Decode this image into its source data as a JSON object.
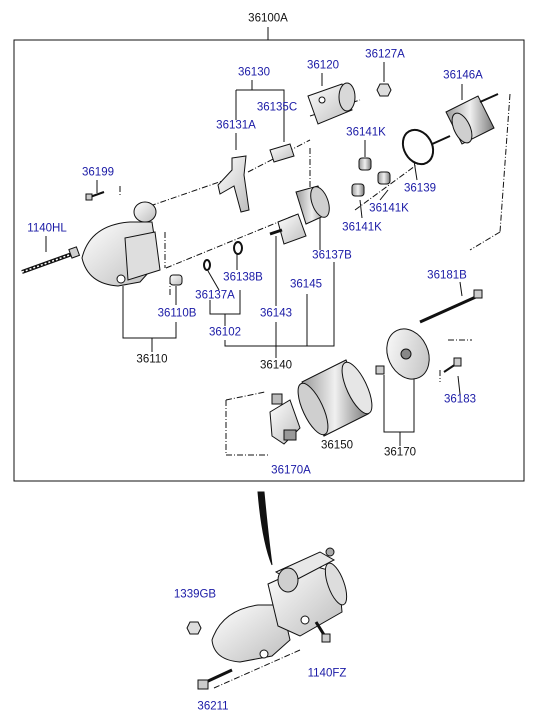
{
  "colors": {
    "label_blue": "#1a1aa6",
    "label_black": "#111111",
    "line": "#111111",
    "part_fill": "#f2f2f2"
  },
  "labels": {
    "assy": "36100A",
    "l36130": "36130",
    "l36120": "36120",
    "l36127A": "36127A",
    "l36146A": "36146A",
    "l36135C": "36135C",
    "l36131A": "36131A",
    "l36141K_a": "36141K",
    "l36199": "36199",
    "l36139": "36139",
    "l36141K_b": "36141K",
    "l36141K_c": "36141K",
    "l1140HL": "1140HL",
    "l36137B": "36137B",
    "l36138B": "36138B",
    "l36145": "36145",
    "l36181B": "36181B",
    "l36137A": "36137A",
    "l36110B": "36110B",
    "l36143": "36143",
    "l36102": "36102",
    "l36110": "36110",
    "l36140": "36140",
    "l36183": "36183",
    "l36150": "36150",
    "l36170": "36170",
    "l36170A": "36170A",
    "l1339GB": "1339GB",
    "l1140FZ": "1140FZ",
    "l36211": "36211"
  }
}
